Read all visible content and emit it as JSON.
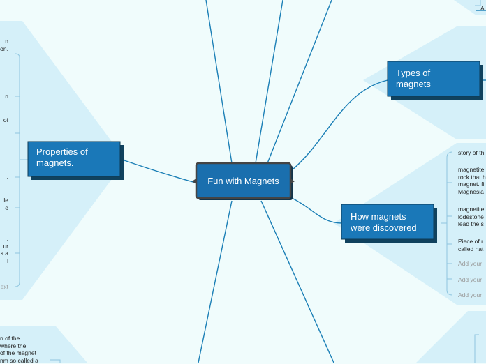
{
  "central": {
    "label": "Fun with Magnets"
  },
  "topics": {
    "properties": {
      "label": "Properties of\nmagnets."
    },
    "types": {
      "label": "Types of\nmagnets"
    },
    "discovered": {
      "label": "How magnets\nwere discovered"
    }
  },
  "discovered_items": [
    "story of th",
    "magnetite\nrock that h\nmagnet. fi\nMagnesia",
    "magnetite\nlodestone\nlead the s",
    "Piece of r\ncalled nat"
  ],
  "placeholders": [
    "Add your",
    "Add your",
    "Add your"
  ],
  "left_fragments": [
    "n\non.",
    "n",
    "of",
    ".",
    "le\ne",
    ",\nur\ns a\nl",
    "ext"
  ],
  "bottom_left_fragment": "n of the\nwhere the\nof the magnet\nnm so called a",
  "top_right_fragment": "A",
  "colors": {
    "background": "#f0fcfc",
    "region": "#d5f0f9",
    "node_fill": "#1a78b8",
    "node_shadow": "#10425e",
    "central_fill": "#1a6fae",
    "connector": "#1b7fb6",
    "bracket": "#8ec5df",
    "placeholder": "#999999"
  }
}
